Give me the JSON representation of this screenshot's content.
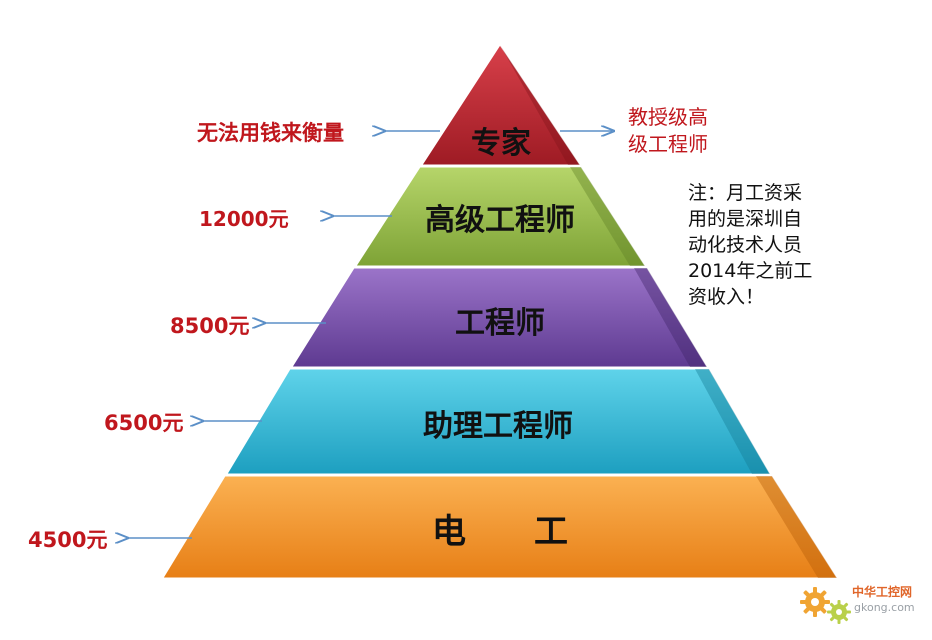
{
  "pyramid": {
    "tiers": [
      {
        "name": "专家",
        "salary": "无法用钱来衡量",
        "color_top": "#d8404a",
        "color_bottom": "#9e1b24"
      },
      {
        "name": "高级工程师",
        "salary": "12000元",
        "color_top": "#b6d56a",
        "color_bottom": "#7ea336"
      },
      {
        "name": "工程师",
        "salary": "8500元",
        "color_top": "#9b74c9",
        "color_bottom": "#5e3a91"
      },
      {
        "name": "助理工程师",
        "salary": "6500元",
        "color_top": "#5fd3ea",
        "color_bottom": "#1d9fc0"
      },
      {
        "name": "电　　工",
        "salary": "4500元",
        "color_top": "#fbb152",
        "color_bottom": "#e77f16"
      }
    ]
  },
  "top_right_label": {
    "line1": "教授级高",
    "line2": "级工程师"
  },
  "note": {
    "line1": "注：月工资采",
    "line2": "用的是深圳自",
    "line3": "动化技术人员",
    "line4": "2014年之前工",
    "line5": "资收入！"
  },
  "watermark": {
    "cn": "中华工控网",
    "en": "gkong.com"
  },
  "colors": {
    "salary_text": "#c0171d",
    "arrow": "#5b8fc7",
    "tier_text": "#111111"
  }
}
